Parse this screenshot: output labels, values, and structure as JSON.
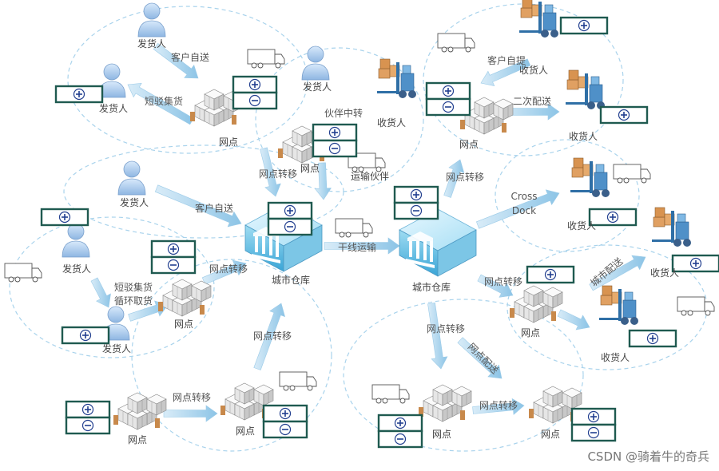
{
  "labels": {
    "shipper": "发货人",
    "receiver": "收货人",
    "outlet": "网点",
    "city_warehouse": "城市仓库",
    "transport_partner": "运输伙伴",
    "edge_customer_self_delivery": "客户自送",
    "edge_short_haul": "短驳集货",
    "edge_partner_transfer": "伙伴中转",
    "edge_outlet_transfer": "网点转移",
    "edge_customer_pickup": "客户自提",
    "edge_second_delivery": "二次配送",
    "edge_short_haul_loop_1": "短驳集货",
    "edge_short_haul_loop_2": "循环取货",
    "edge_trunk": "干线运输",
    "edge_cross_1": "Cross",
    "edge_cross_2": "Dock",
    "edge_city_delivery": "城市配送",
    "edge_outlet_delivery": "网点配送"
  },
  "watermark": "CSDN @骑着牛的奇兵"
}
